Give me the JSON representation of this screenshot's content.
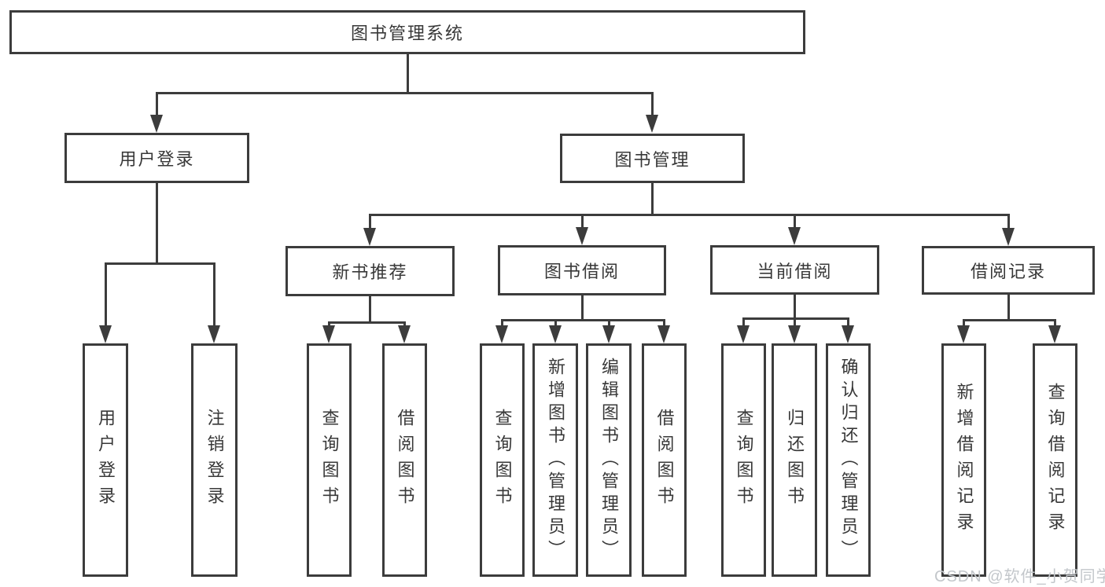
{
  "diagram": {
    "root": {
      "label": "图书管理系统"
    },
    "level2": [
      {
        "label": "用户登录"
      },
      {
        "label": "图书管理"
      }
    ],
    "level3": [
      {
        "label": "新书推荐"
      },
      {
        "label": "图书借阅"
      },
      {
        "label": "当前借阅"
      },
      {
        "label": "借阅记录"
      }
    ],
    "leaves": [
      {
        "label": "用户登录"
      },
      {
        "label": "注销登录"
      },
      {
        "label": "查询图书"
      },
      {
        "label": "借阅图书"
      },
      {
        "label": "查询图书"
      },
      {
        "label": "新增图书（管理员）"
      },
      {
        "label": "编辑图书（管理员）"
      },
      {
        "label": "借阅图书"
      },
      {
        "label": "查询图书"
      },
      {
        "label": "归还图书"
      },
      {
        "label": "确认归还（管理员）"
      },
      {
        "label": "新增借阅记录"
      },
      {
        "label": "查询借阅记录"
      }
    ]
  },
  "watermark": {
    "text": "CSDN @软件_小贺同学"
  },
  "colors": {
    "line": "#3c3c3c",
    "text": "#383838",
    "watermark": "#c3c7cb",
    "background": "#ffffff"
  }
}
